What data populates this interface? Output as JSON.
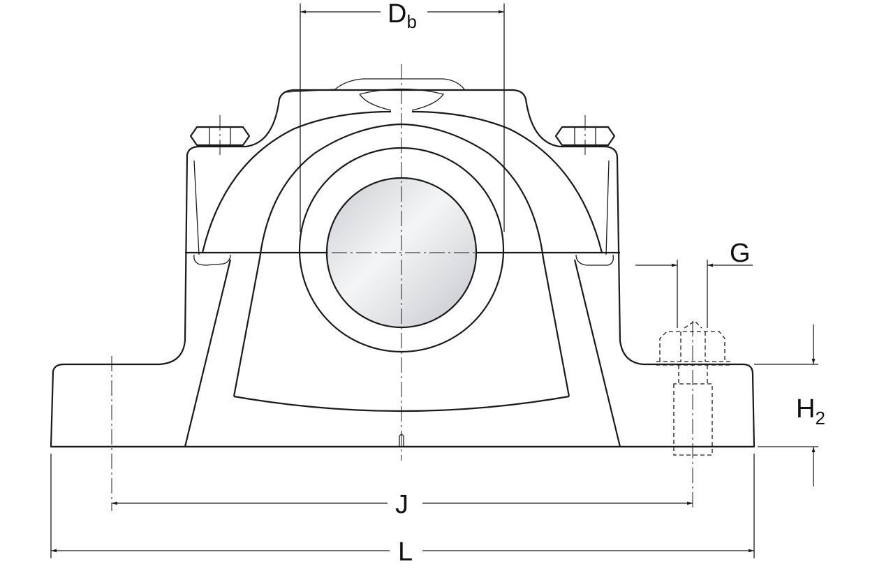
{
  "dimensions": {
    "db": {
      "main": "D",
      "sub": "b"
    },
    "g": "G",
    "h2": {
      "main": "H",
      "sub": "2"
    },
    "j": "J",
    "l": "L"
  },
  "colors": {
    "line": "#1a1a1a",
    "shaft_light": "#f4f5f6",
    "shaft_dark": "#c9ccd0"
  }
}
